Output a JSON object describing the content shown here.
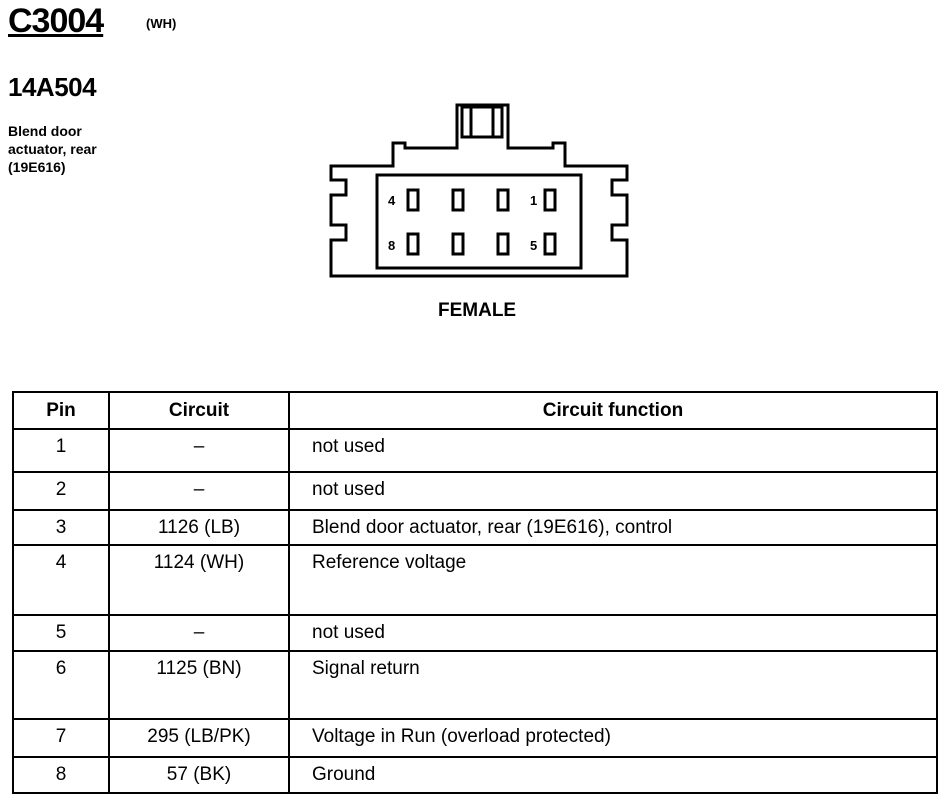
{
  "header": {
    "connector_id": "C3004",
    "color_code": "(WH)",
    "part_number": "14A504",
    "description": "Blend door actuator, rear (19E616)"
  },
  "connector": {
    "pin_labels": {
      "p1": "1",
      "p4": "4",
      "p5": "5",
      "p8": "8"
    },
    "gender": "FEMALE"
  },
  "table": {
    "headers": {
      "pin": "Pin",
      "circuit": "Circuit",
      "function": "Circuit function"
    },
    "rows": [
      {
        "pin": "1",
        "circuit": "–",
        "function": "not used"
      },
      {
        "pin": "2",
        "circuit": "–",
        "function": "not used"
      },
      {
        "pin": "3",
        "circuit": "1126 (LB)",
        "function": "Blend door actuator, rear (19E616), control"
      },
      {
        "pin": "4",
        "circuit": "1124 (WH)",
        "function": "Reference voltage"
      },
      {
        "pin": "5",
        "circuit": "–",
        "function": "not used"
      },
      {
        "pin": "6",
        "circuit": "1125 (BN)",
        "function": "Signal return"
      },
      {
        "pin": "7",
        "circuit": "295 (LB/PK)",
        "function": "Voltage in Run (overload protected)"
      },
      {
        "pin": "8",
        "circuit": "57 (BK)",
        "function": "Ground"
      }
    ]
  }
}
